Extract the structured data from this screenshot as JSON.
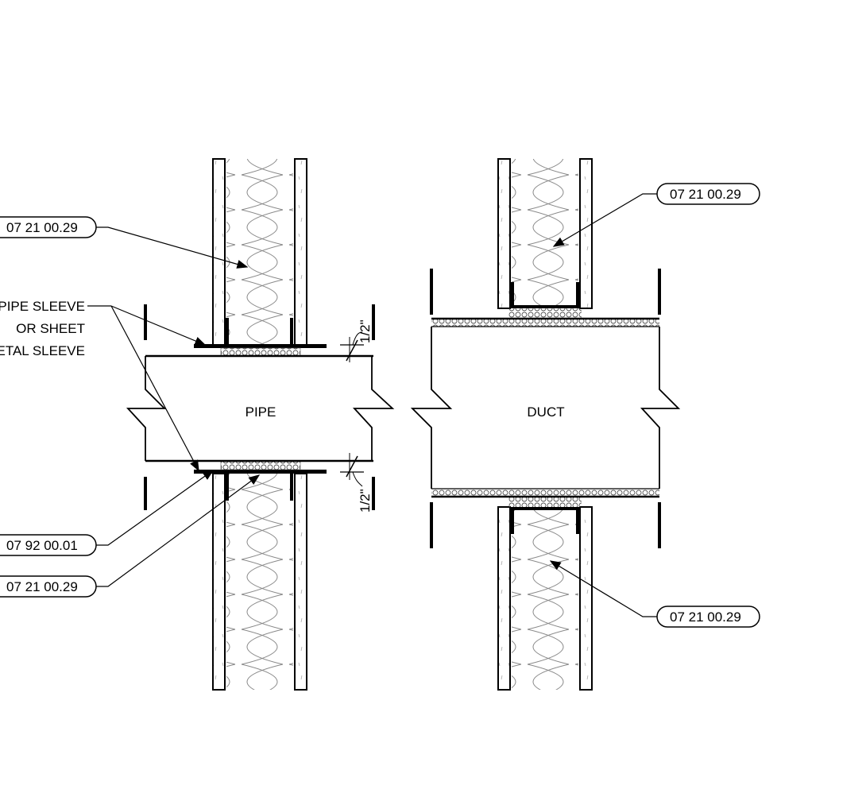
{
  "pipe_section": {
    "label": "PIPE",
    "callouts": {
      "insulation_top": "07 21 00.29",
      "sleeve_note": [
        "PIPE SLEEVE",
        "OR SHEET",
        "METAL SLEEVE"
      ],
      "sealant": "07 92 00.01",
      "insulation_bottom": "07 21 00.29"
    },
    "dimension_top": "1/2\"",
    "dimension_bottom": "1/2\""
  },
  "duct_section": {
    "label": "DUCT",
    "callouts": {
      "insulation_top": "07 21 00.29",
      "insulation_bottom": "07 21 00.29"
    }
  }
}
